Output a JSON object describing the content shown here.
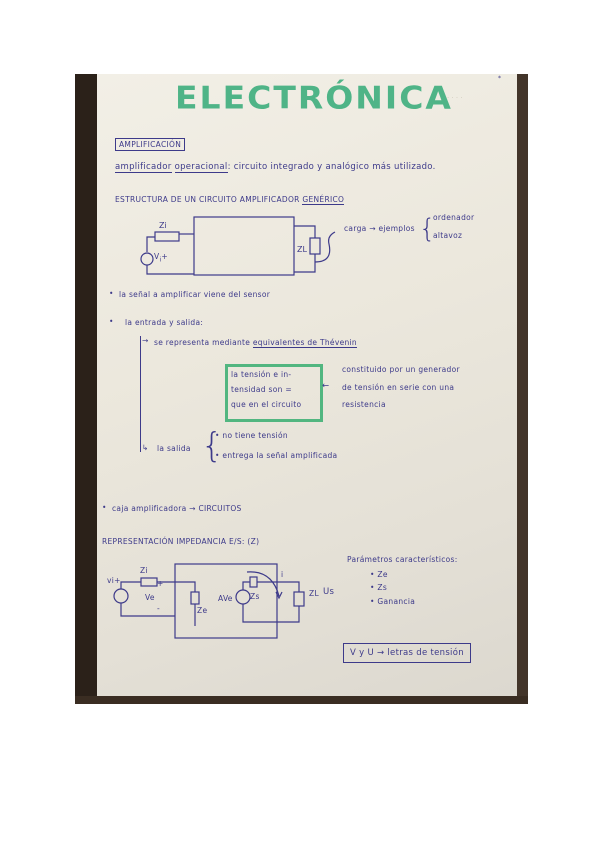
{
  "document": {
    "title": "ELECTRÓNICA",
    "page_marker": "*",
    "section_heading": "AMPLIFICACIÓN",
    "definition": {
      "term1": "amplificador",
      "term2": "operacional",
      "rest": ": circuito integrado y analógico más utilizado."
    },
    "structure_heading": {
      "prefix": "ESTRUCTURA DE UN CIRCUITO AMPLIFICADOR",
      "emphasis": "GENÉRICO"
    },
    "diagram1": {
      "source_label": "V",
      "source_sub": "i",
      "source_sign": "+",
      "input_resistor_label": "Zi",
      "load_label": "ZL",
      "load_note": "carga → ejemplos",
      "examples": [
        "ordenador",
        "altavoz"
      ]
    },
    "bullets": [
      "la señal a amplificar viene del sensor",
      "la entrada y salida:"
    ],
    "thevenin": {
      "line": "se representa mediante",
      "emphasis": "equivalentes de Thévenin",
      "green_note": [
        "la tensión e in-",
        "tensidad son =",
        "que en el circuito"
      ],
      "arrow": "←",
      "explanation": [
        "constituido por un generador",
        "de tensión en serie con una",
        "resistencia"
      ]
    },
    "output": {
      "label": "la salida",
      "items": [
        "no tiene tensión",
        "entrega la señal amplificada"
      ]
    },
    "bullet3": "caja amplificadora → CIRCUITOS",
    "impedance_heading": "REPRESENTACIÓN IMPEDANCIA E/S: (Z)",
    "diagram2": {
      "source": "vi+",
      "zi": "Zi",
      "ve": "Ve",
      "plus": "+",
      "minus": "-",
      "ze": "Ze",
      "dep_source": "AVe",
      "zs": "Zs",
      "current": "i",
      "zl": "ZL",
      "us": "Us"
    },
    "parameters": {
      "heading": "Parámetros característicos:",
      "items": [
        "Ze",
        "Zs",
        "Ganancia"
      ]
    },
    "note_box": "V y U → letras de tensión"
  },
  "colors": {
    "ink": "#3d3a8a",
    "title_green": "#4fb487",
    "highlight_green": "#52b680",
    "paper": "#ebe7dc",
    "background_wood": "#2b2119"
  }
}
